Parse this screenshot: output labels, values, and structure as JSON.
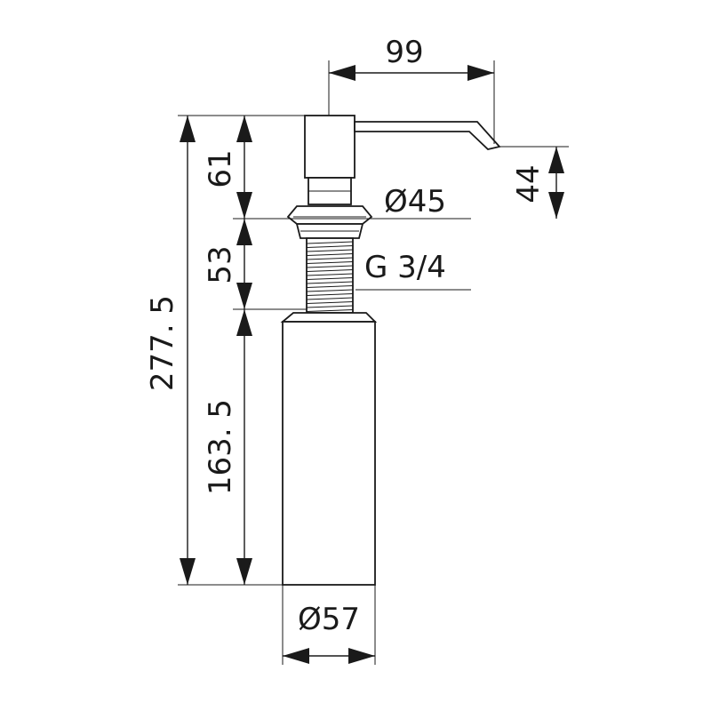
{
  "dimensions": {
    "spout_reach": "99",
    "spout_height": "44",
    "head_height": "61",
    "flange_diameter": "Ø45",
    "thread_length": "53",
    "thread_size": "G 3/4",
    "total_height": "277. 5",
    "bottle_height": "163. 5",
    "bottle_diameter": "Ø57"
  }
}
